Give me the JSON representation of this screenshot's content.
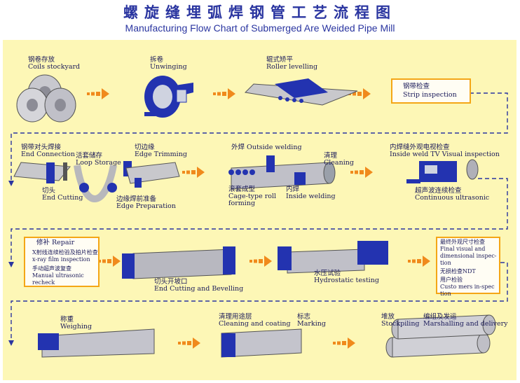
{
  "title": {
    "cn": "螺旋缝埋弧焊钢管工艺流程图",
    "en": "Manufacturing Flow Chart of Submerged Are Weided Pipe Mill"
  },
  "colors": {
    "background": "#fdf7b6",
    "arrow": "#f08a1c",
    "dashed_path": "#2a35a0",
    "machine": "#2333b0",
    "box_border": "#f4a616"
  },
  "steps": {
    "coils": {
      "cn": "钢卷存放",
      "en": "Coils stockyard"
    },
    "unwinging": {
      "cn": "拆卷",
      "en": "Unwinging"
    },
    "roller": {
      "cn": "辊式矫平",
      "en": "Roller levelling"
    },
    "strip": {
      "cn": "钢带检查",
      "en": "Strip inspection"
    },
    "end_conn": {
      "cn": "钢带对头焊接",
      "en": "End Connection"
    },
    "loop": {
      "cn": "活套储存",
      "en": "Loop Storage"
    },
    "trim": {
      "cn": "切边缘",
      "en": "Edge Trimming"
    },
    "endcut": {
      "cn": "切头",
      "en": "End Cutting"
    },
    "edgeprep": {
      "cn": "边缘焊前准备",
      "en": "Edge Preparation"
    },
    "outside": {
      "cn": "外焊",
      "en": "Outside welding"
    },
    "cage": {
      "cn": "滚套成型",
      "en1": "Cage-type roll",
      "en2": "forming"
    },
    "inside": {
      "cn": "内焊",
      "en": "Inside welding"
    },
    "cleaning": {
      "cn": "清理",
      "en": "Cleaning"
    },
    "tv": {
      "cn": "内焊缝外观电视检查",
      "en": "Inside weld TV Visual inspection"
    },
    "ultra": {
      "cn": "超声波连续检查",
      "en": "Continuous ultrasonic"
    },
    "repair": {
      "title": "修补 Repair",
      "xray_cn": "X射线连续检验及拍片检查",
      "xray_en": "x-ray film inspection",
      "manual_cn": "手动超声波复查",
      "manual_en1": "Manual ultrasonic",
      "manual_en2": "recheck"
    },
    "bevel": {
      "cn": "切头开坡口",
      "en": "End Cutting and Bevelling"
    },
    "hydro": {
      "cn": "水压试验",
      "en": "Hydrostatic testing"
    },
    "final": {
      "cn": "最终外观尺寸检查",
      "en1": "Final visual and",
      "en2": "dimensional inspec-",
      "en3": "tion",
      "ndt": "无损检查NDT",
      "cust_cn": "用户检验",
      "cust_en1": "Custo mers in-spec",
      "cust_en2": "tion"
    },
    "weigh": {
      "cn": "称重",
      "en": "Weighing"
    },
    "coat": {
      "cn": "清理用途层",
      "en": "Cleaning and coating"
    },
    "mark": {
      "cn": "标志",
      "en": "Marking"
    },
    "stock": {
      "cn": "堆放",
      "en": "Stockpiling"
    },
    "marshal": {
      "cn": "编组及发运",
      "en": "Marshalling and delivery"
    }
  }
}
